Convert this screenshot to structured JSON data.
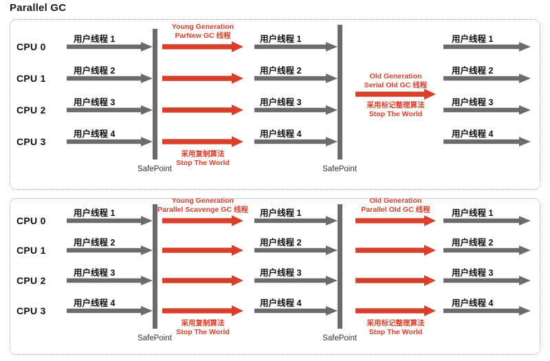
{
  "page": {
    "title": "Parallel GC",
    "colors": {
      "gc_red": "#d9402b",
      "thread_gray": "#6b6b6b",
      "text_black": "#111111",
      "panel_border": "#9aa0a6",
      "background": "#ffffff"
    }
  },
  "labels": {
    "cpus": [
      "CPU 0",
      "CPU 1",
      "CPU 2",
      "CPU 3"
    ],
    "user_threads": [
      "用户线程 1",
      "用户线程 2",
      "用户线程 3",
      "用户线程 4"
    ],
    "safepoint": "SafePoint"
  },
  "panels": [
    {
      "id": "parnew",
      "name": "Serial Old collector panel",
      "young_gc": {
        "title_line1": "Young Generation",
        "title_line2": "ParNew GC 线程",
        "footer_line1": "采用复制算法",
        "footer_line2": "Stop The World",
        "arrow_count": 4,
        "parallel": true
      },
      "old_gc": {
        "title_line1": "Old Generation",
        "title_line2": "Serial Old GC 线程",
        "footer_line1": "采用标记整理算法",
        "footer_line2": "Stop The World",
        "arrow_count": 1,
        "parallel": false
      },
      "safepoints": [
        "SafePoint",
        "SafePoint"
      ]
    },
    {
      "id": "parallel-scavenge",
      "name": "Parallel Old collector panel",
      "young_gc": {
        "title_line1": "Young Generation",
        "title_line2": "Parallel Scavenge GC 线程",
        "footer_line1": "采用复制算法",
        "footer_line2": "Stop The World",
        "arrow_count": 4,
        "parallel": true
      },
      "old_gc": {
        "title_line1": "Old Generation",
        "title_line2": "Parallel Old GC 线程",
        "footer_line1": "采用标记整理算法",
        "footer_line2": "Stop The World",
        "arrow_count": 4,
        "parallel": true
      },
      "safepoints": [
        "SafePoint",
        "SafePoint"
      ]
    }
  ]
}
